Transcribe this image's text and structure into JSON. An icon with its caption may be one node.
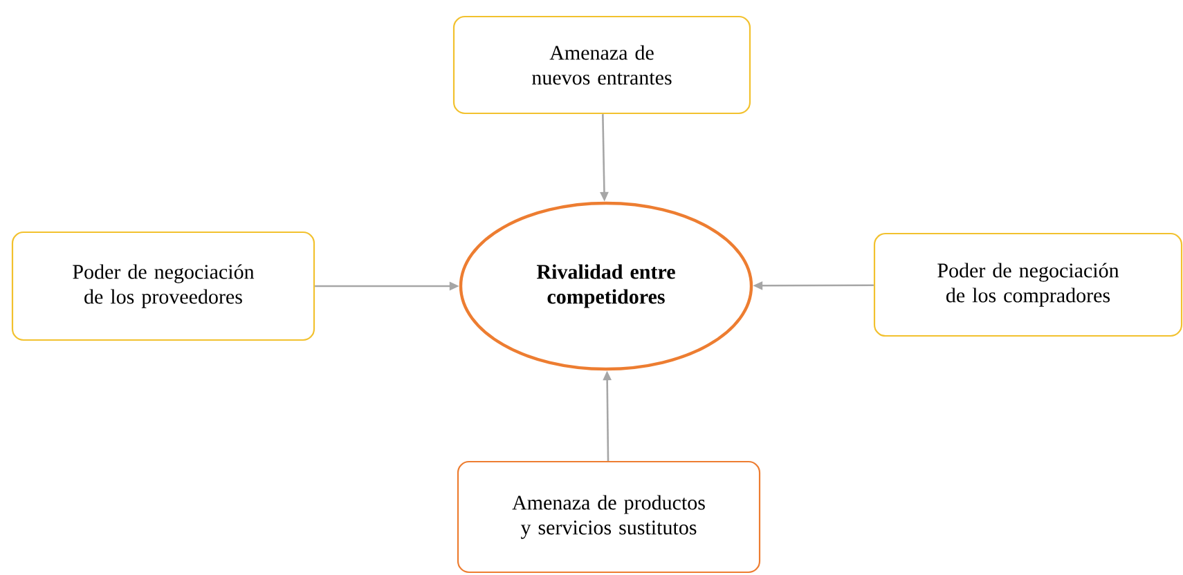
{
  "diagram": {
    "nodes": [
      {
        "text": [
          "Amenaza de nuevos entrantes"
        ]
      },
      {
        "text": [
          "Poder de negociación de los proveedores"
        ]
      },
      {
        "text": [
          "Rivalidad entre competidores"
        ]
      },
      {
        "text": [
          "Poder de negociación de los compradores"
        ]
      },
      {
        "text": [
          "Amenaza de productos y servicios sustitutos"
        ]
      }
    ],
    "edges": [
      {
        "from": 0,
        "to": 2,
        "arrow": "to"
      },
      {
        "from": 1,
        "to": 2,
        "arrow": "to"
      },
      {
        "from": 3,
        "to": 2,
        "arrow": "to"
      },
      {
        "from": 4,
        "to": 2,
        "arrow": "to"
      }
    ]
  }
}
